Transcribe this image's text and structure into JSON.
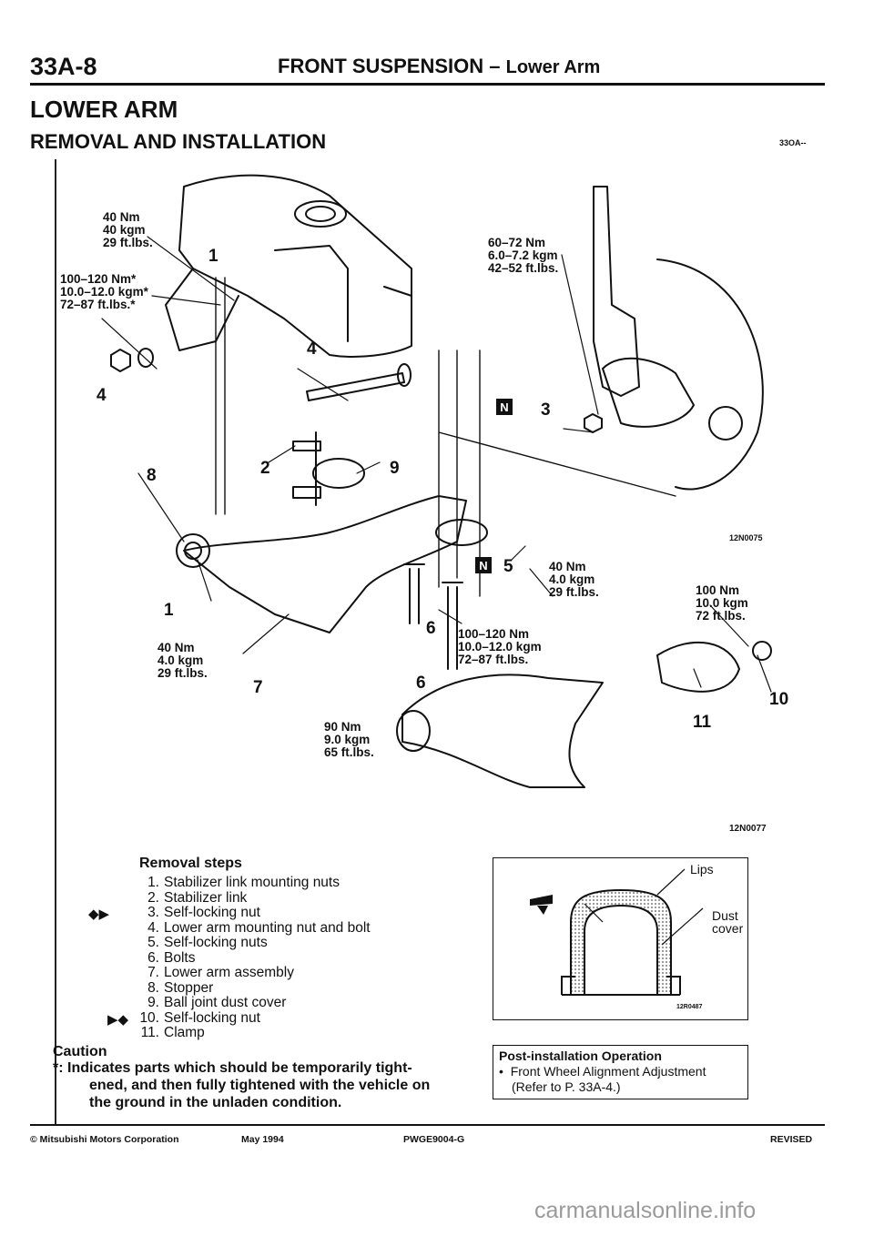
{
  "header": {
    "page_number": "33A-8",
    "section": "FRONT SUSPENSION",
    "separator": " – ",
    "subsection": "Lower Arm"
  },
  "heading": "LOWER ARM",
  "subheading": "REMOVAL AND INSTALLATION",
  "group_code": "33OA--",
  "diagram": {
    "torque_1": "40 Nm\n40 kgm\n29 ft.lbs.",
    "torque_2": "100–120 Nm*\n10.0–12.0 kgm*\n72–87 ft.lbs.*",
    "torque_3": "60–72 Nm\n6.0–7.2 kgm\n42–52 ft.lbs.",
    "torque_4": "40 Nm\n4.0 kgm\n29 ft.lbs.",
    "torque_5": "40 Nm\n4.0 kgm\n29 ft.lbs.",
    "torque_6": "100–120 Nm\n10.0–12.0 kgm\n72–87 ft.lbs.",
    "torque_7": "90 Nm\n9.0 kgm\n65 ft.lbs.",
    "torque_8": "100 Nm\n10.0 kgm\n72 ft.lbs.",
    "callouts": [
      "1",
      "1",
      "2",
      "3",
      "4",
      "4",
      "5",
      "6",
      "6",
      "7",
      "8",
      "9",
      "10",
      "11"
    ],
    "new_part_symbol": "N",
    "fig_code_1": "12N0075",
    "fig_code_2": "12N0077"
  },
  "removal_steps": {
    "title": "Removal steps",
    "items": [
      {
        "n": "1.",
        "text": "Stabilizer link mounting nuts",
        "mark": ""
      },
      {
        "n": "2.",
        "text": "Stabilizer link",
        "mark": ""
      },
      {
        "n": "3.",
        "text": "Self-locking nut",
        "mark": "◆▶"
      },
      {
        "n": "4.",
        "text": "Lower arm mounting nut and bolt",
        "mark": ""
      },
      {
        "n": "5.",
        "text": "Self-locking nuts",
        "mark": ""
      },
      {
        "n": "6.",
        "text": "Bolts",
        "mark": ""
      },
      {
        "n": "7.",
        "text": "Lower arm assembly",
        "mark": ""
      },
      {
        "n": "8.",
        "text": "Stopper",
        "mark": ""
      },
      {
        "n": "9.",
        "text": "Ball joint dust cover",
        "mark": ""
      },
      {
        "n": "10.",
        "text": "Self-locking nut",
        "mark": "▶◆"
      },
      {
        "n": "11.",
        "text": "Clamp",
        "mark": ""
      }
    ]
  },
  "caution": {
    "title": "Caution",
    "line1": "*: Indicates parts which should be temporarily tight-",
    "line2": "ened, and then fully tightened with the vehicle on",
    "line3": "the ground in the unladen condition."
  },
  "detail_box": {
    "label_lips": "Lips",
    "label_dust": "Dust",
    "label_cover": "cover",
    "fig_code": "12R0487"
  },
  "post_install": {
    "title": "Post-installation Operation",
    "bullet": "•",
    "item": "Front Wheel Alignment Adjustment",
    "ref": "(Refer to P. 33A-4.)"
  },
  "footer": {
    "copyright": "© Mitsubishi Motors Corporation",
    "date": "May 1994",
    "doc_code": "PWGE9004-G",
    "status": "REVISED"
  },
  "watermark": "carmanualsonline.info"
}
